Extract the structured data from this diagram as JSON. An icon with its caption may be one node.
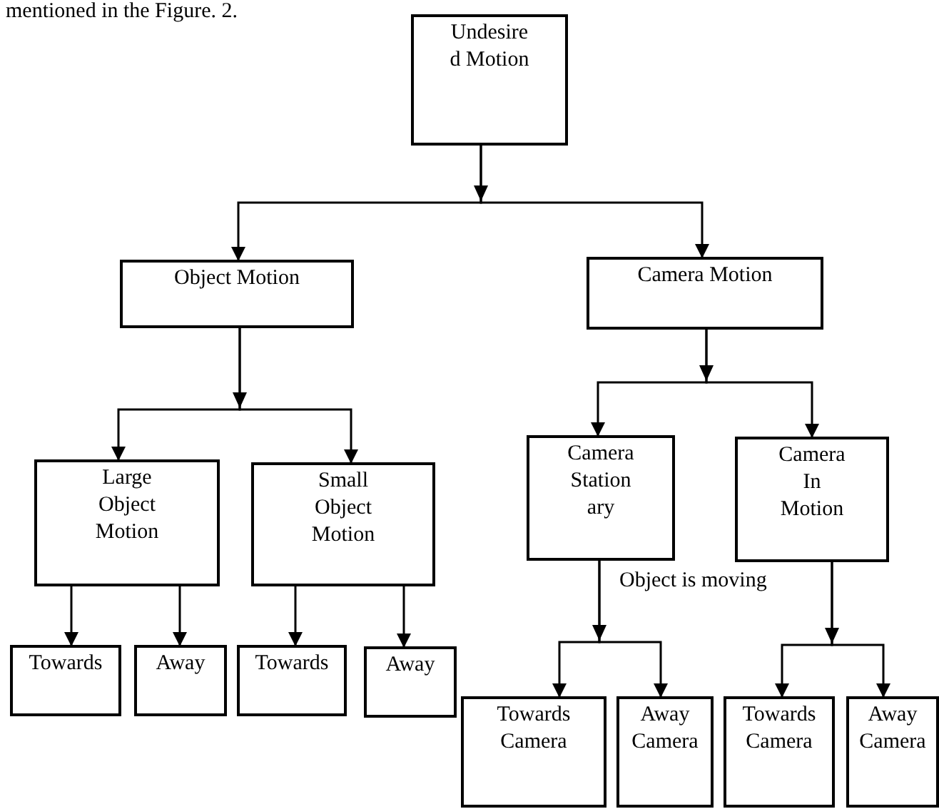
{
  "diagram": {
    "nodes": [
      {
        "text": [
          "Undesire d Motion"
        ]
      },
      {
        "text": [
          "Object Motion"
        ]
      },
      {
        "text": [
          "Camera Motion"
        ]
      },
      {
        "text": [
          "Large Object Motion"
        ]
      },
      {
        "text": [
          "Small Object Motion"
        ]
      },
      {
        "text": [
          "Camera Station ary"
        ]
      },
      {
        "text": [
          "Camera In Motion"
        ]
      },
      {
        "text": [
          "Towards"
        ]
      },
      {
        "text": [
          "Away"
        ]
      },
      {
        "text": [
          "Towards"
        ]
      },
      {
        "text": [
          "Away"
        ]
      },
      {
        "text": [
          "Towards Camera"
        ]
      },
      {
        "text": [
          "Away Camera"
        ]
      },
      {
        "text": [
          "Towards Camera"
        ]
      },
      {
        "text": [
          "Away Camera"
        ]
      }
    ],
    "edges": [
      {
        "from": 0,
        "to": 1,
        "arrow": "to"
      },
      {
        "from": 0,
        "to": 2,
        "arrow": "to"
      },
      {
        "from": 1,
        "to": 3,
        "arrow": "to"
      },
      {
        "from": 1,
        "to": 4,
        "arrow": "to"
      },
      {
        "from": 2,
        "to": 5,
        "arrow": "to"
      },
      {
        "from": 2,
        "to": 6,
        "arrow": "to"
      },
      {
        "from": 3,
        "to": 7,
        "arrow": "to"
      },
      {
        "from": 3,
        "to": 8,
        "arrow": "to"
      },
      {
        "from": 4,
        "to": 9,
        "arrow": "to"
      },
      {
        "from": 4,
        "to": 10,
        "arrow": "to"
      },
      {
        "from": 5,
        "to": 11,
        "arrow": "to"
      },
      {
        "from": 5,
        "to": 12,
        "arrow": "to"
      },
      {
        "from": 6,
        "to": 13,
        "arrow": "to"
      },
      {
        "from": 6,
        "to": 14,
        "arrow": "to"
      }
    ],
    "labels": [
      "mentioned in the Figure. 2.",
      "Object is moving"
    ]
  }
}
